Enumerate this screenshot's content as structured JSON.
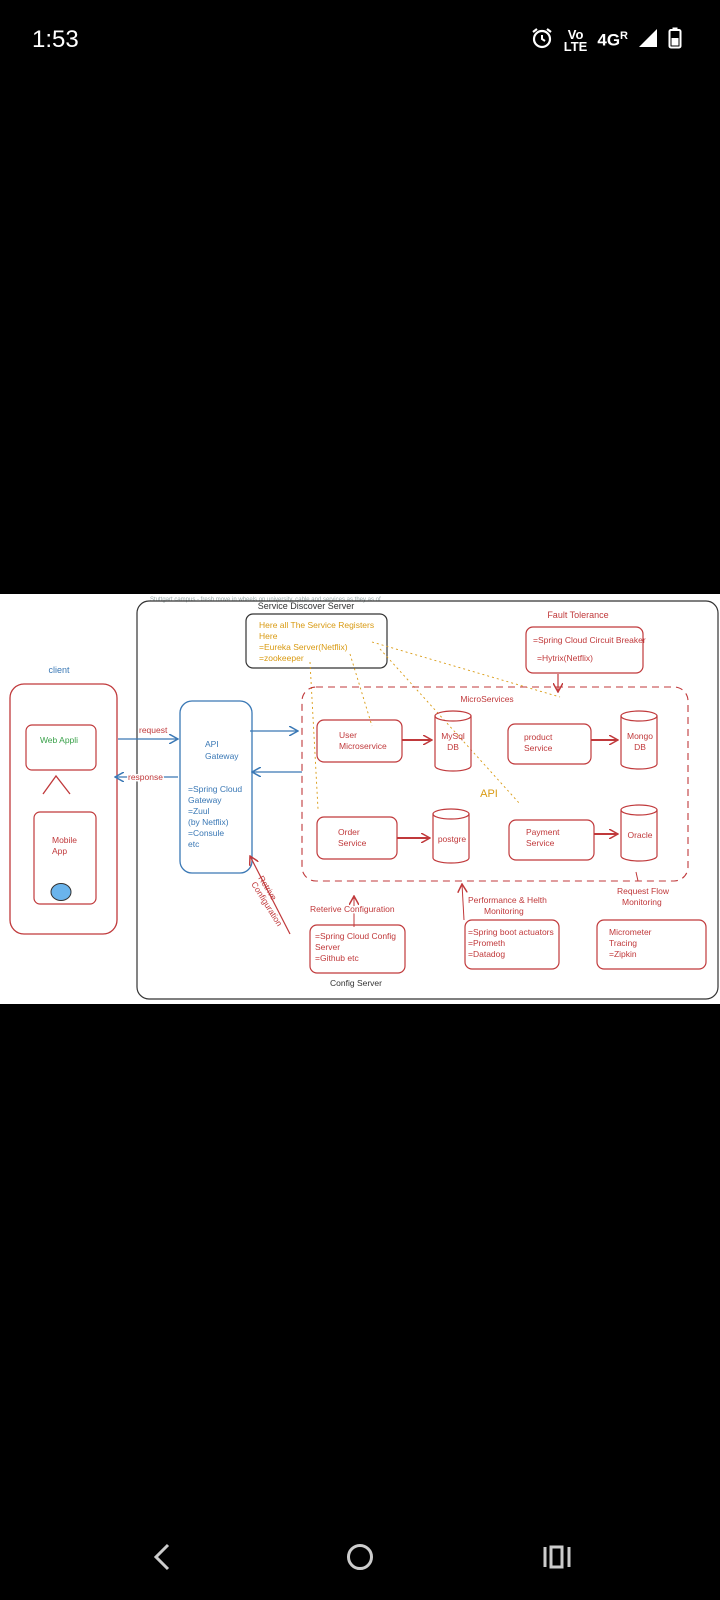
{
  "status_bar": {
    "time": "1:53",
    "volte_top": "Vo",
    "volte_bottom": "LTE",
    "network": "4G",
    "roaming": "R",
    "icons": [
      "alarm-icon",
      "volte-icon",
      "signal-icon",
      "battery-icon"
    ]
  },
  "diagram": {
    "caption_top": "Stuttgart campus - fresh move in wheels on university, cable and services as they as of",
    "service_discovery": {
      "title": "Service Discover Server",
      "lines": [
        "Here all The Service Registers",
        "Here",
        "=Eureka Server(Netflix)",
        "=zookeeper"
      ]
    },
    "fault_tolerance": {
      "title": "Fault Tolerance",
      "lines": [
        "=Spring Cloud Circuit Breaker",
        "=Hytrix(Netflix)"
      ]
    },
    "client": {
      "title": "client",
      "web": "Web Appli",
      "mobile_line1": "Mobile",
      "mobile_line2": "App"
    },
    "request_label": "request",
    "response_label": "response",
    "gateway": {
      "title_line1": "API",
      "title_line2": "Gateway",
      "lines": [
        "=Spring Cloud",
        "Gateway",
        "=Zuul",
        "(by Netflix)",
        "=Consule",
        "etc"
      ]
    },
    "microservices_label": "MicroServices",
    "api_label": "API",
    "services": {
      "user": [
        "User",
        "Microservice"
      ],
      "mysql": [
        "MySql",
        "DB"
      ],
      "product": [
        "product",
        "Service"
      ],
      "mongo": [
        "Mongo",
        "DB"
      ],
      "order": [
        "Order",
        "Service"
      ],
      "postgre": "postgre",
      "payment": [
        "Payment",
        "Service"
      ],
      "oracle": "Oracle"
    },
    "retrieve_rotated": [
      "Retrive",
      "Configuration"
    ],
    "retrieve_config": "Reterive Configuration",
    "config_server": {
      "lines": [
        "=Spring Cloud Config",
        "Server",
        "=Github etc"
      ],
      "title": "Config Server"
    },
    "monitoring": {
      "title_line1": "Performance & Helth",
      "title_line2": "Monitoring",
      "lines": [
        "=Spring boot actuators",
        "=Prometh",
        "=Datadog"
      ]
    },
    "tracing": {
      "title_line1": "Request Flow",
      "title_line2": "Monitoring",
      "lines": [
        "Micrometer",
        "Tracing",
        "=Zipkin"
      ]
    },
    "colors": {
      "red": "#c0393b",
      "blue": "#3a78b5",
      "yellow": "#d99a12",
      "green": "#3aa14a",
      "dark": "#333333"
    }
  },
  "nav_bar": {
    "icons": [
      "back-icon",
      "home-icon",
      "recents-icon"
    ]
  }
}
